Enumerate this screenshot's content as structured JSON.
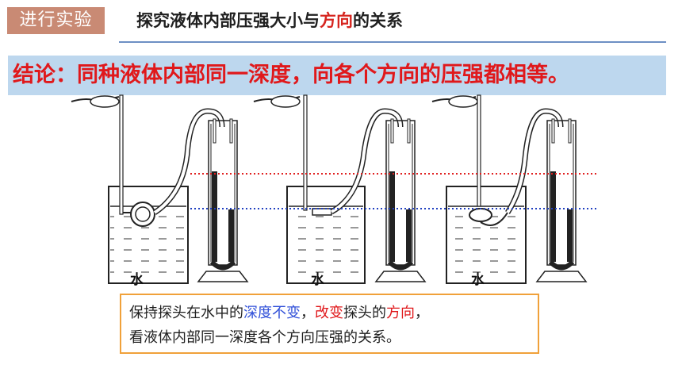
{
  "header": {
    "tag": "进行实验",
    "title_part1": "探究液体内部压强大小与",
    "title_highlight": "方向",
    "title_part2": "的关系"
  },
  "conclusion": "结论：同种液体内部同一深度，向各个方向的压强都相等。",
  "diagram": {
    "labels": [
      "水",
      "水",
      "水"
    ],
    "colors": {
      "water": "#bcbcbc",
      "red_line": "#e02020",
      "blue_line": "#2040c0",
      "outline": "#222222"
    }
  },
  "note": {
    "line1_a": "保持探头在水中的",
    "line1_blue": "深度不变",
    "line1_b": "，",
    "line1_red1": "改变",
    "line1_c": "探头的",
    "line1_red2": "方向",
    "line1_d": "，",
    "line2": "看液体内部同一深度各个方向压强的关系。"
  },
  "colors": {
    "tag_bg": "#c98a74",
    "conclusion_bg": "#bdd7ee",
    "note_border": "#f0a13a",
    "accent_red": "#e0181b"
  }
}
